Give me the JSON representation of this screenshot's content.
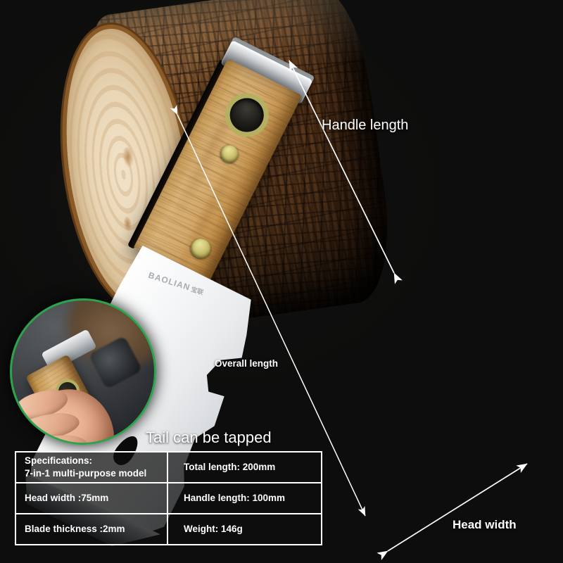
{
  "background_color": "#0d0d0d",
  "accent_color": "#2ba44e",
  "product": {
    "brand_logo": "BAOLIAN",
    "brand_logo_cn": "宝联"
  },
  "annotations": {
    "handle_length": "Handle length",
    "overall_length": "Overall length",
    "head_width": "Head width",
    "tail_tappable": "Tail can be tapped"
  },
  "spec_table": {
    "rows": [
      {
        "left": "Specifications:\n7-in-1 multi-purpose model",
        "right": "Total length: 200mm"
      },
      {
        "left": "Head width :75mm",
        "right": "Handle length: 100mm"
      },
      {
        "left": "Blade thickness :2mm",
        "right": "Weight: 146g"
      }
    ]
  }
}
